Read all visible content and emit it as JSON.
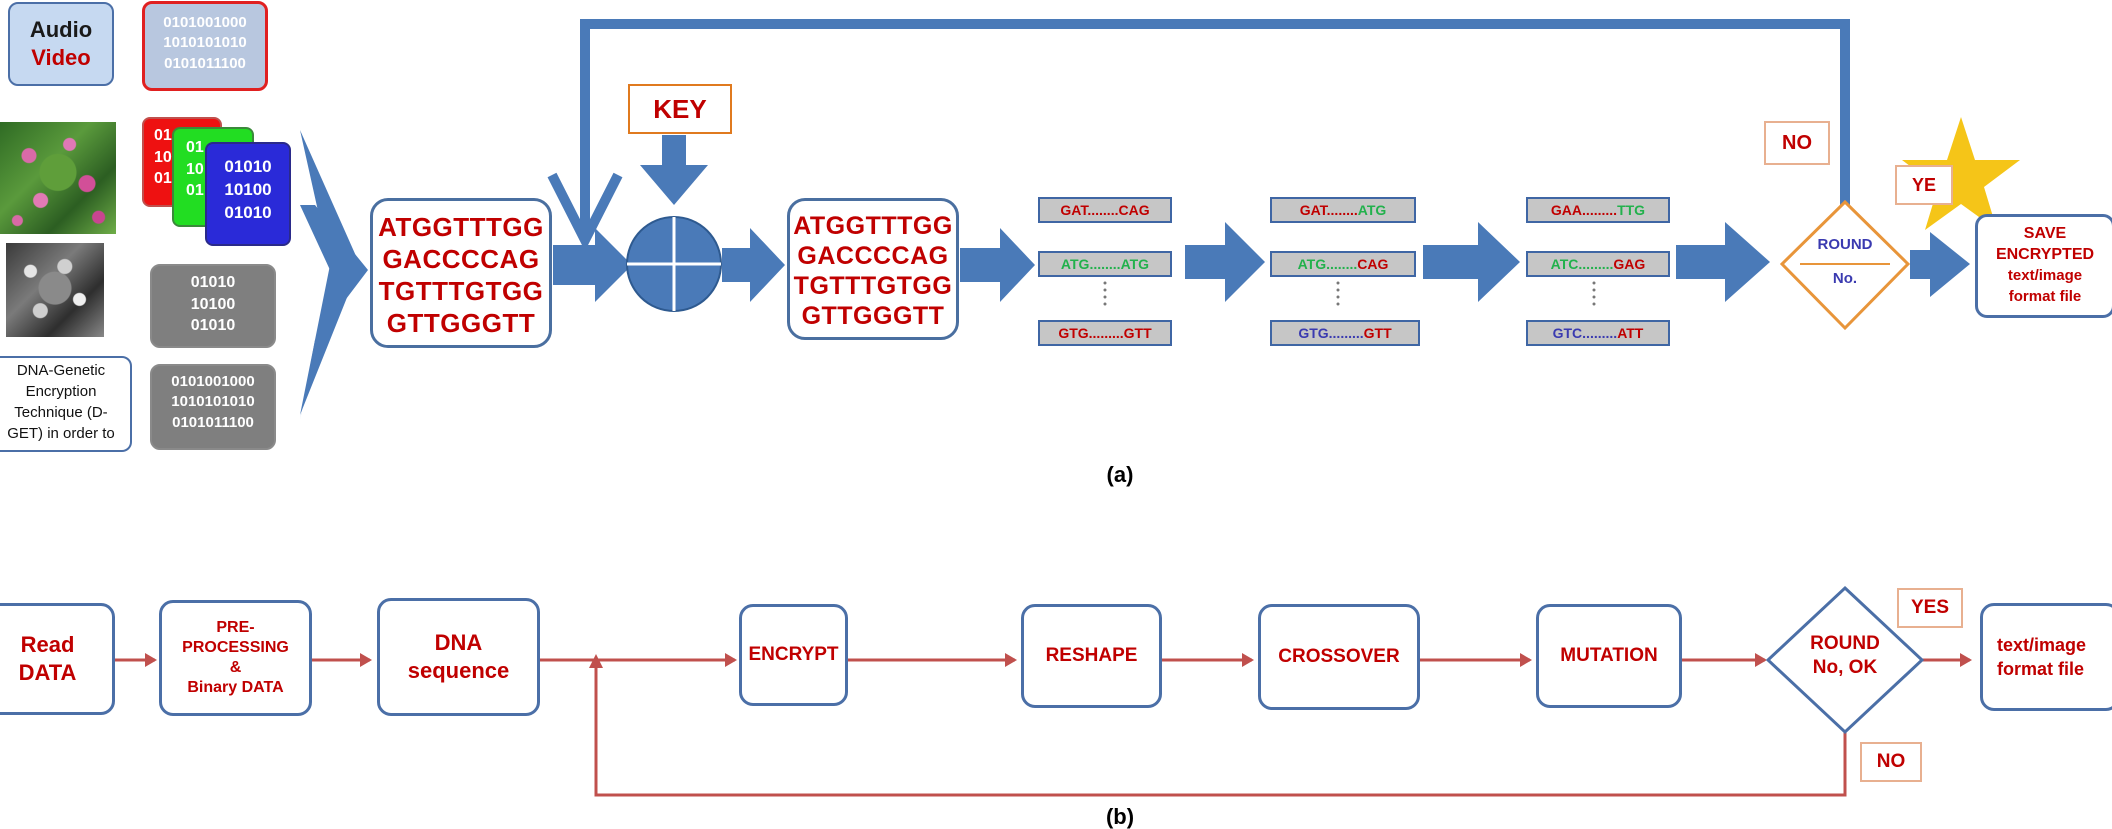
{
  "panel_a": {
    "caption": "(a)",
    "media_box": {
      "line1": "Audio",
      "line2": "Video"
    },
    "binary_top": [
      "0101001000",
      "1010101010",
      "0101011100"
    ],
    "rgb_red": [
      "01",
      "10",
      "01"
    ],
    "rgb_green": [
      "01",
      "10",
      "01"
    ],
    "rgb_blue": [
      "01010",
      "10100",
      "01010"
    ],
    "gray_small": [
      "01010",
      "10100",
      "01010"
    ],
    "gray_large": [
      "0101001000",
      "1010101010",
      "0101011100"
    ],
    "description_box": [
      "DNA-Genetic",
      "Encryption",
      "Technique (D-",
      "GET) in order to"
    ],
    "dna_input": [
      "ATGGTTTGG",
      "GACCCCAG",
      "TGTTTGTGG",
      "GTTGGGTT"
    ],
    "key_label": "KEY",
    "dna_output": [
      "ATGGTTTGG",
      "GACCCCAG",
      "TGTTTGTGG",
      "GTTGGGTT"
    ],
    "reshape_seqs": [
      {
        "start": "GAT",
        "dots": "........",
        "end": "CAG"
      },
      {
        "start": "ATG",
        "dots": "........",
        "end": "ATG"
      },
      {
        "start": "GTG",
        "dots": ".........",
        "end": "GTT"
      }
    ],
    "crossover_seqs": [
      {
        "start": "GAT",
        "dots": "........",
        "end": "ATG"
      },
      {
        "start": "ATG",
        "dots": "........",
        "end": "CAG"
      },
      {
        "start": "GTG",
        "dots": ".........",
        "end": "GTT"
      }
    ],
    "mutation_seqs": [
      {
        "start": "GAA",
        "dots": ".........",
        "end": "TTG"
      },
      {
        "start": "ATC",
        "dots": ".........",
        "end": "GAG"
      },
      {
        "start": "GTC",
        "dots": ".........",
        "end": "ATT"
      }
    ],
    "no_label": "NO",
    "yes_label": "YE",
    "decision": {
      "line1": "ROUND",
      "line2": "No."
    },
    "save_box": [
      "SAVE",
      "ENCRYPTED",
      "text/image",
      "format file"
    ]
  },
  "panel_b": {
    "caption": "(b)",
    "read": [
      "Read",
      "DATA"
    ],
    "preprocess": [
      "PRE-",
      "PROCESSING",
      "&",
      "Binary  DATA"
    ],
    "dna_seq": [
      "DNA",
      "sequence"
    ],
    "encrypt": "ENCRYPT",
    "reshape": "RESHAPE",
    "crossover": "CROSSOVER",
    "mutation": "MUTATION",
    "decision": [
      "ROUND",
      "No, OK"
    ],
    "yes_label": "YES",
    "no_label": "NO",
    "output": [
      "text/image",
      "format file"
    ]
  },
  "colors": {
    "arrow_blue": "#4a7ab8",
    "dark_red": "#c00000",
    "orange": "#e07a1f",
    "green_text": "#22b14c",
    "blue_text": "#3a3ab0",
    "red_arrow": "#c0504d",
    "star_gold": "#f5c518"
  }
}
